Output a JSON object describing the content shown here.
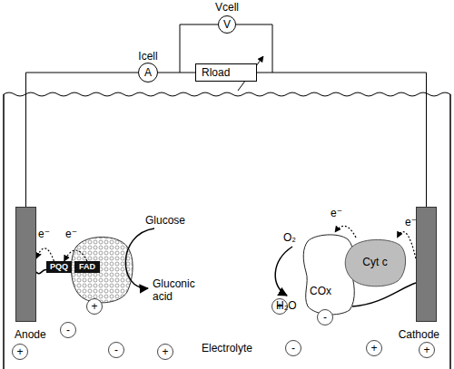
{
  "diagram": {
    "nodes": [
      {
        "text": [
          "V"
        ]
      },
      {
        "text": [
          "A"
        ]
      },
      {
        "text": [
          "Rload"
        ]
      },
      {
        "text": [
          "Anode"
        ]
      },
      {
        "text": [
          "PQQ"
        ]
      },
      {
        "text": [
          "FAD"
        ]
      },
      {
        "text": [
          "COx"
        ]
      },
      {
        "text": [
          "Cyt c"
        ]
      },
      {
        "text": [
          "Cathode"
        ]
      },
      {
        "text": [
          "+"
        ]
      },
      {
        "text": [
          "+"
        ]
      },
      {
        "text": [
          "-"
        ]
      },
      {
        "text": [
          "-"
        ]
      },
      {
        "text": [
          "+"
        ]
      },
      {
        "text": [
          "-"
        ]
      },
      {
        "text": [
          "+"
        ]
      },
      {
        "text": [
          "-"
        ]
      },
      {
        "text": [
          "+"
        ]
      },
      {
        "text": [
          "+"
        ]
      }
    ],
    "edges": [
      {
        "from": 3,
        "to": 1,
        "arrow": "none"
      },
      {
        "from": 1,
        "to": 2,
        "arrow": "none"
      },
      {
        "from": 2,
        "to": 8,
        "arrow": "none"
      },
      {
        "from": 5,
        "to": 4,
        "arrow": "to"
      },
      {
        "from": 4,
        "to": 3,
        "arrow": "to"
      },
      {
        "from": 8,
        "to": 7,
        "arrow": "to"
      },
      {
        "from": 7,
        "to": 6,
        "arrow": "to"
      }
    ],
    "labels": [
      "Vcell",
      "Icell",
      "e⁻",
      "e⁻",
      "Glucose",
      "Gluconic acid",
      "O₂",
      "e⁻",
      "e⁻",
      "H₂O",
      "Electrolyte"
    ]
  }
}
